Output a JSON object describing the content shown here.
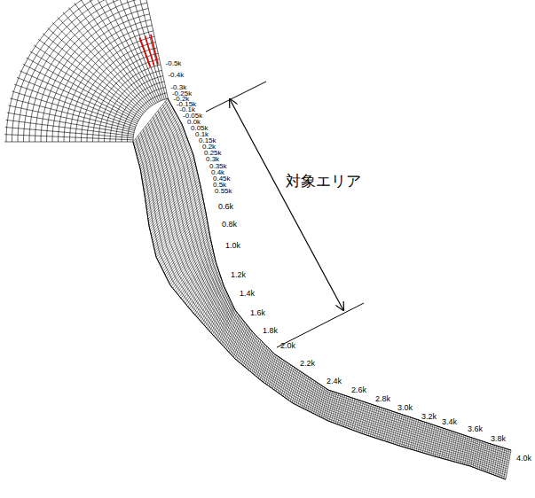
{
  "diagram": {
    "labels": [
      "-0.5k",
      "-0.4k",
      "-0.3k",
      "-0.25k",
      "-0.2k",
      "-0.15k",
      "-0.1k",
      "-0.05k",
      "0.0k",
      "0.05k",
      "0.1k",
      "0.15k",
      "0.2k",
      "0.25k",
      "0.3k",
      "0.35k",
      "0.4k",
      "0.45k",
      "0.5k",
      "0.55k",
      "0.6k",
      "0.8k",
      "1.0k",
      "1.2k",
      "1.4k",
      "1.6k",
      "1.8k",
      "2.0k",
      "2.2k",
      "2.4k",
      "2.6k",
      "2.8k",
      "3.0k",
      "3.2k",
      "3.4k",
      "3.6k",
      "3.8k",
      "4.0k",
      "対象エリア"
    ]
  }
}
